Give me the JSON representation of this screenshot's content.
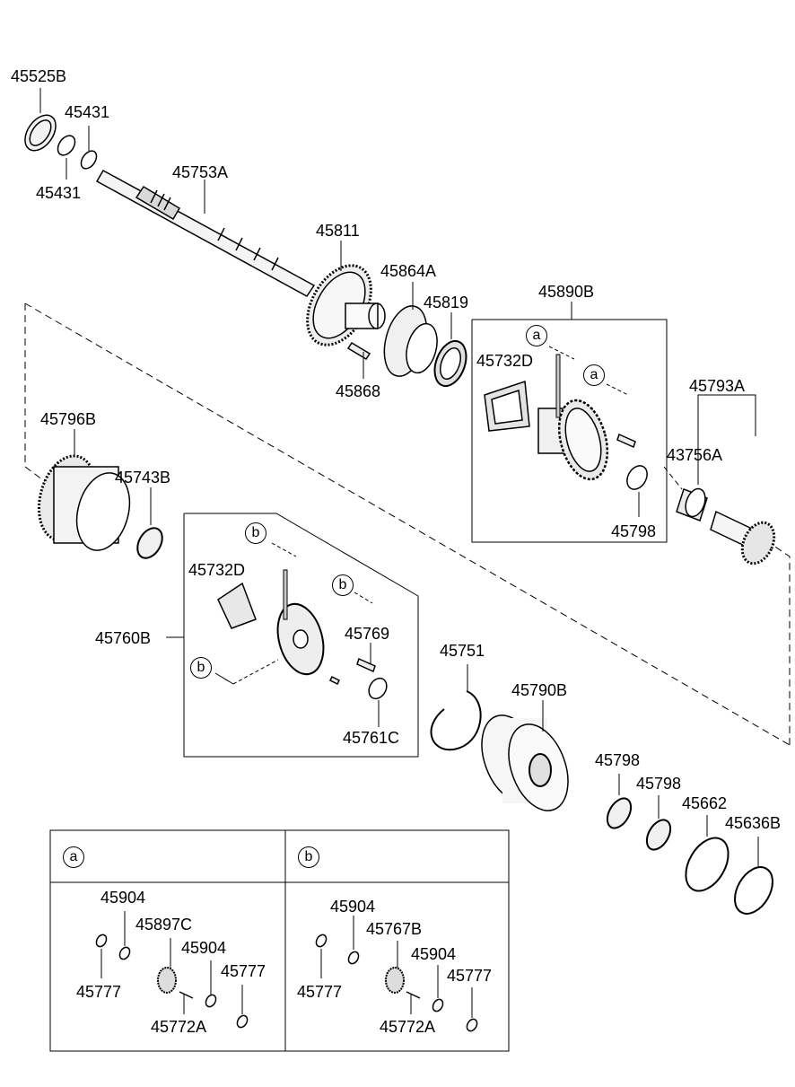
{
  "parts": {
    "p45525B": "45525B",
    "p45431a": "45431",
    "p45431b": "45431",
    "p45753A": "45753A",
    "p45811": "45811",
    "p45864A": "45864A",
    "p45819": "45819",
    "p45868": "45868",
    "p45890B": "45890B",
    "p45732D_top": "45732D",
    "p45793A": "45793A",
    "p43756A": "43756A",
    "p45798_top": "45798",
    "p45796B": "45796B",
    "p45743B": "45743B",
    "p45732D_mid": "45732D",
    "p45769": "45769",
    "p45760B": "45760B",
    "p45761C": "45761C",
    "p45751": "45751",
    "p45790B": "45790B",
    "p45798_a": "45798",
    "p45798_b": "45798",
    "p45662": "45662",
    "p45636B": "45636B"
  },
  "callouts": {
    "a1": "a",
    "a2": "a",
    "b1": "b",
    "b2": "b",
    "b3": "b"
  },
  "detail_a": {
    "header": "a",
    "p45904_1": "45904",
    "p45897C": "45897C",
    "p45904_2": "45904",
    "p45777_1": "45777",
    "p45777_2": "45777",
    "p45772A": "45772A"
  },
  "detail_b": {
    "header": "b",
    "p45904_1": "45904",
    "p45767B": "45767B",
    "p45904_2": "45904",
    "p45777_1": "45777",
    "p45777_2": "45777",
    "p45772A": "45772A"
  },
  "colors": {
    "line": "#000000",
    "fill": "#e8e8e8",
    "background": "#ffffff"
  }
}
